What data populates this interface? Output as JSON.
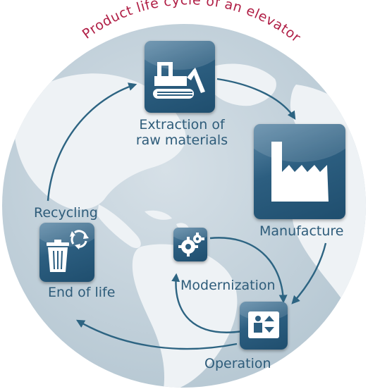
{
  "title": "Product life cycle of an elevator",
  "stages": {
    "extraction": {
      "line1": "Extraction of",
      "line2": "raw materials"
    },
    "manufacture": "Manufacture",
    "operation": "Operation",
    "modernization": "Modernization",
    "end_of_life": "End of life",
    "recycling": "Recycling"
  },
  "icons": {
    "extraction": "bulldozer-icon",
    "manufacture": "factory-icon",
    "operation": "elevator-panel-icon",
    "modernization": "gears-icon",
    "end_of_life": "trash-can-recycle-icon"
  },
  "colors": {
    "title": "#b01e45",
    "arrows": "#2d6482",
    "labels": "#2e5c7a",
    "tile": "#2c5e80",
    "globe_ocean": "#c9d6df",
    "globe_land": "#eef2f5"
  }
}
